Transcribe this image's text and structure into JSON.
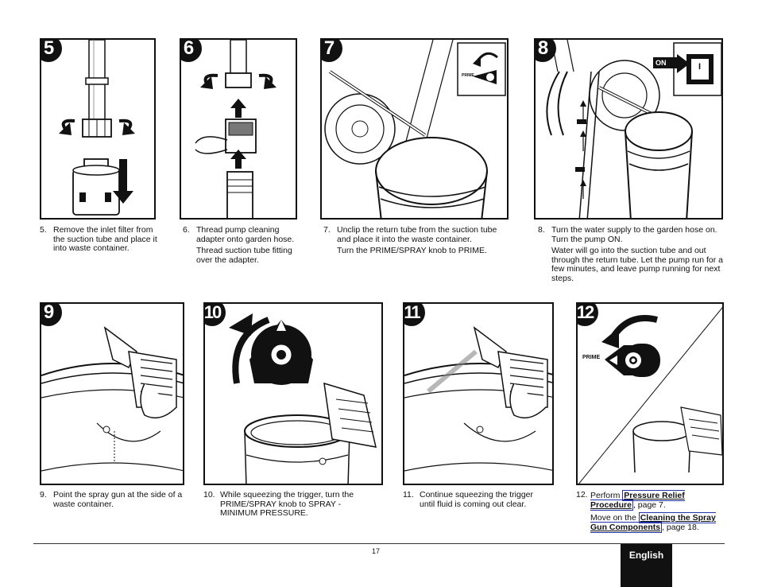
{
  "steps": [
    {
      "badge": "5",
      "num": "5.",
      "paragraphs": [
        "Remove the inlet filter from the suction tube and place it into waste container."
      ]
    },
    {
      "badge": "6",
      "num": "6.",
      "paragraphs": [
        "Thread pump cleaning adapter onto garden hose.",
        "Thread suction tube fitting over the adapter."
      ]
    },
    {
      "badge": "7",
      "num": "7.",
      "paragraphs": [
        "Unclip the return tube from the suction tube and place it into the waste container.",
        "Turn the PRIME/SPRAY knob to PRIME."
      ]
    },
    {
      "badge": "8",
      "num": "8.",
      "paragraphs": [
        "Turn the water supply to the garden hose on. Turn the pump ON.",
        "Water will go into the suction tube and out through the return tube.  Let the pump run for a few minutes, and leave pump running for next steps."
      ]
    },
    {
      "badge": "9",
      "num": "9.",
      "paragraphs": [
        "Point the spray gun at the side of a waste container."
      ]
    },
    {
      "badge": "10",
      "num": "10.",
      "paragraphs": [
        "While squeezing the trigger, turn the PRIME/SPRAY knob to SPRAY - MINIMUM PRESSURE."
      ]
    },
    {
      "badge": "11",
      "num": "11.",
      "paragraphs": [
        "Continue squeezing the trigger until fluid is coming out clear."
      ]
    },
    {
      "badge": "12",
      "num": "12."
    }
  ],
  "step12": {
    "p1_prefix": "Perform ",
    "p1_link": "Pressure Relief Procedure",
    "p1_suffix": ", page 7.",
    "p2_prefix": "Move on the ",
    "p2_link": "Cleaning the Spray Gun Components",
    "p2_suffix": ", page 18."
  },
  "labels": {
    "prime_small": "PRIME",
    "prime_large": "PRIME",
    "switch_on": "ON",
    "switch_off": "I"
  },
  "footer": {
    "page_number": "17",
    "language": "English"
  },
  "colors": {
    "ink": "#111111",
    "link_border": "#2233aa",
    "gray": "#888888"
  }
}
